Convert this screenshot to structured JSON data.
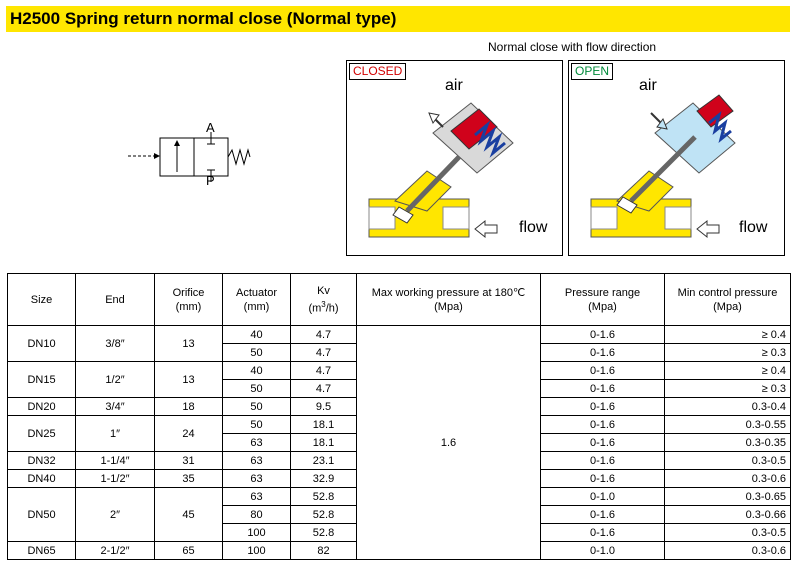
{
  "title": "H2500 Spring return normal close (Normal type)",
  "subtitle": "Normal close with flow direction",
  "symbol": {
    "port_a": "A",
    "port_p": "P"
  },
  "panels": {
    "closed": {
      "tag": "CLOSED",
      "air": "air",
      "flow": "flow"
    },
    "open": {
      "tag": "OPEN",
      "air": "air",
      "flow": "flow"
    }
  },
  "colors": {
    "title_bar": "#ffe600",
    "valve_body": "#ffe600",
    "spring": "#1a3fa0",
    "piston_closed": "#d0021b",
    "air_open": "#bfe3f5",
    "closed_tag": "#d00000",
    "open_tag": "#008a3a"
  },
  "table": {
    "headers": {
      "size": "Size",
      "end": "End",
      "orifice": "Orifice",
      "orifice_unit": "(mm)",
      "actuator": "Actuator",
      "actuator_unit": "(mm)",
      "kv": "Kv",
      "kv_unit": "(m",
      "kv_sup": "3",
      "kv_unit_end": "/h)",
      "max_pressure": "Max working pressure at 180℃",
      "max_pressure_unit": "(Mpa)",
      "pressure_range": "Pressure range",
      "pressure_range_unit": "(Mpa)",
      "min_control": "Min control pressure",
      "min_control_unit": "(Mpa)"
    },
    "max_pressure_value": "1.6",
    "groups": [
      {
        "size": "DN10",
        "end": "3/8″",
        "orifice": "13",
        "rows": [
          {
            "actuator": "40",
            "kv": "4.7",
            "range": "0-1.6",
            "min": "≥ 0.4"
          },
          {
            "actuator": "50",
            "kv": "4.7",
            "range": "0-1.6",
            "min": "≥ 0.3"
          }
        ]
      },
      {
        "size": "DN15",
        "end": "1/2″",
        "orifice": "13",
        "rows": [
          {
            "actuator": "40",
            "kv": "4.7",
            "range": "0-1.6",
            "min": "≥ 0.4"
          },
          {
            "actuator": "50",
            "kv": "4.7",
            "range": "0-1.6",
            "min": "≥ 0.3"
          }
        ]
      },
      {
        "size": "DN20",
        "end": "3/4″",
        "orifice": "18",
        "rows": [
          {
            "actuator": "50",
            "kv": "9.5",
            "range": "0-1.6",
            "min": "0.3-0.4"
          }
        ]
      },
      {
        "size": "DN25",
        "end": "1″",
        "orifice": "24",
        "rows": [
          {
            "actuator": "50",
            "kv": "18.1",
            "range": "0-1.6",
            "min": "0.3-0.55"
          },
          {
            "actuator": "63",
            "kv": "18.1",
            "range": "0-1.6",
            "min": "0.3-0.35"
          }
        ]
      },
      {
        "size": "DN32",
        "end": "1-1/4″",
        "orifice": "31",
        "rows": [
          {
            "actuator": "63",
            "kv": "23.1",
            "range": "0-1.6",
            "min": "0.3-0.5"
          }
        ]
      },
      {
        "size": "DN40",
        "end": "1-1/2″",
        "orifice": "35",
        "rows": [
          {
            "actuator": "63",
            "kv": "32.9",
            "range": "0-1.6",
            "min": "0.3-0.6"
          }
        ]
      },
      {
        "size": "DN50",
        "end": "2″",
        "orifice": "45",
        "rows": [
          {
            "actuator": "63",
            "kv": "52.8",
            "range": "0-1.0",
            "min": "0.3-0.65"
          },
          {
            "actuator": "80",
            "kv": "52.8",
            "range": "0-1.6",
            "min": "0.3-0.66"
          },
          {
            "actuator": "100",
            "kv": "52.8",
            "range": "0-1.6",
            "min": "0.3-0.5"
          }
        ]
      },
      {
        "size": "DN65",
        "end": "2-1/2″",
        "orifice": "65",
        "rows": [
          {
            "actuator": "100",
            "kv": "82",
            "range": "0-1.0",
            "min": "0.3-0.6"
          }
        ]
      }
    ]
  }
}
